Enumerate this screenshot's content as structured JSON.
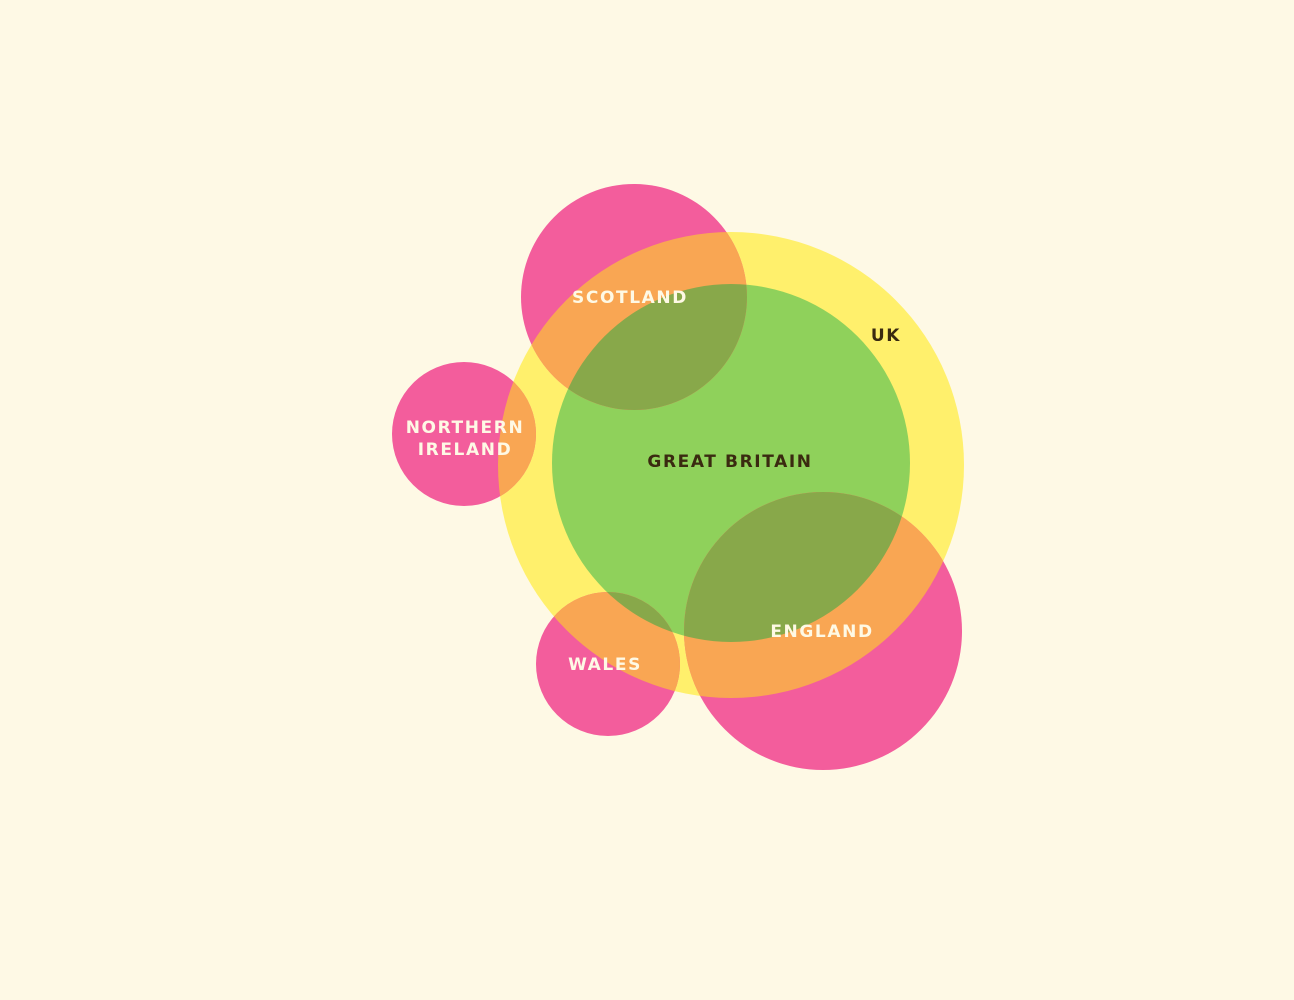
{
  "diagram": {
    "type": "overlapping-circles",
    "background": "#fef9e5",
    "colors": {
      "uk": "#fff06c",
      "great_britain": "#8fd15b",
      "countries": "#f35d9c",
      "country_on_uk": "#f9a653",
      "country_on_great_britain": "#88a84a",
      "light_label": "#fef9e5",
      "dark_label": "#3a2a10"
    },
    "labels": {
      "uk": "UK",
      "great_britain": "GREAT BRITAIN",
      "scotland": "SCOTLAND",
      "northern_ireland_line1": "NORTHERN",
      "northern_ireland_line2": "IRELAND",
      "wales": "WALES",
      "england": "ENGLAND"
    }
  }
}
